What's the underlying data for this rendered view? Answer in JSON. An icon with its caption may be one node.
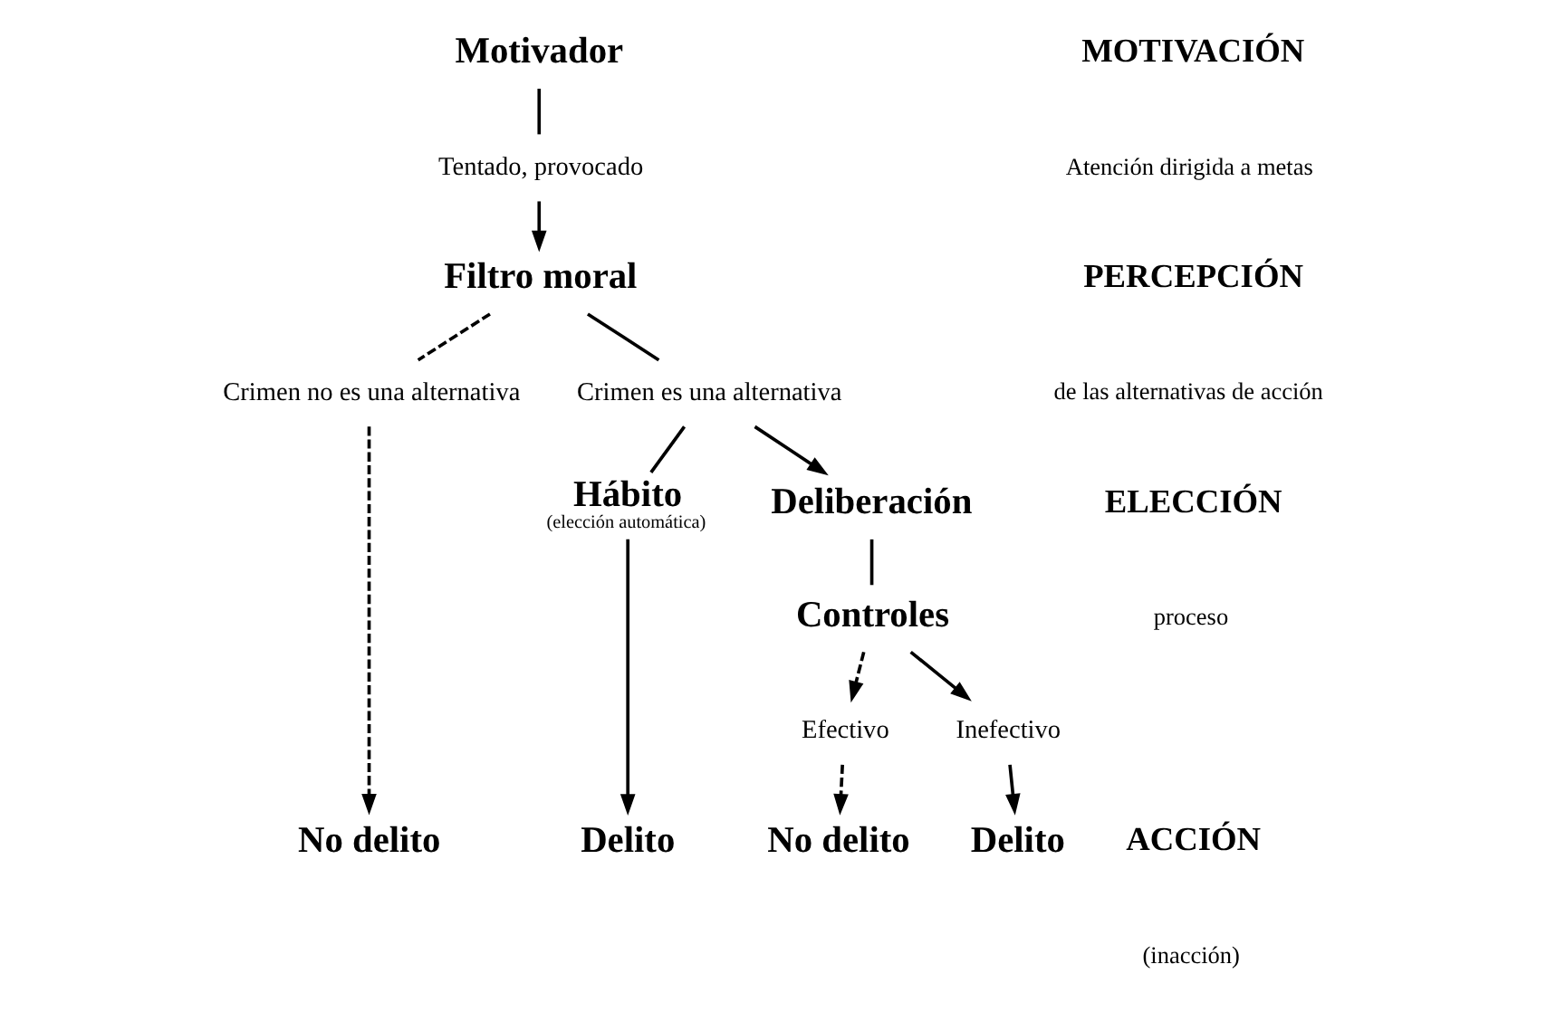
{
  "diagram": {
    "nodes": [
      {
        "text": [
          "Motivador"
        ]
      },
      {
        "text": [
          "Tentado, provocado"
        ]
      },
      {
        "text": [
          "Filtro moral"
        ]
      },
      {
        "text": [
          "Crimen no es una alternativa"
        ]
      },
      {
        "text": [
          "Crimen es una alternativa"
        ]
      },
      {
        "text": [
          "Hábito",
          "(elección automática)"
        ]
      },
      {
        "text": [
          "Deliberación"
        ]
      },
      {
        "text": [
          "Controles"
        ]
      },
      {
        "text": [
          "Efectivo"
        ]
      },
      {
        "text": [
          "Inefectivo"
        ]
      },
      {
        "text": [
          "No delito"
        ]
      },
      {
        "text": [
          "Delito"
        ]
      },
      {
        "text": [
          "No delito"
        ]
      },
      {
        "text": [
          "Delito"
        ]
      }
    ],
    "edges": [
      {
        "from": 0,
        "to": 1,
        "arrow": "none"
      },
      {
        "from": 1,
        "to": 2,
        "arrow": "to"
      },
      {
        "from": 2,
        "to": 3,
        "arrow": "none",
        "style": "dashed"
      },
      {
        "from": 2,
        "to": 4,
        "arrow": "none"
      },
      {
        "from": 3,
        "to": 10,
        "arrow": "to",
        "style": "dashed"
      },
      {
        "from": 4,
        "to": 5,
        "arrow": "none"
      },
      {
        "from": 4,
        "to": 6,
        "arrow": "to"
      },
      {
        "from": 5,
        "to": 11,
        "arrow": "to"
      },
      {
        "from": 6,
        "to": 7,
        "arrow": "none"
      },
      {
        "from": 7,
        "to": 8,
        "arrow": "to",
        "style": "dashed"
      },
      {
        "from": 7,
        "to": 9,
        "arrow": "to"
      },
      {
        "from": 8,
        "to": 12,
        "arrow": "to",
        "style": "dashed"
      },
      {
        "from": 9,
        "to": 13,
        "arrow": "to"
      }
    ],
    "labels": [
      "MOTIVACIÓN",
      "Atención dirigida a metas",
      "PERCEPCIÓN",
      "de las alternativas de acción",
      "ELECCIÓN",
      "proceso",
      "ACCIÓN",
      "(inacción)"
    ]
  }
}
